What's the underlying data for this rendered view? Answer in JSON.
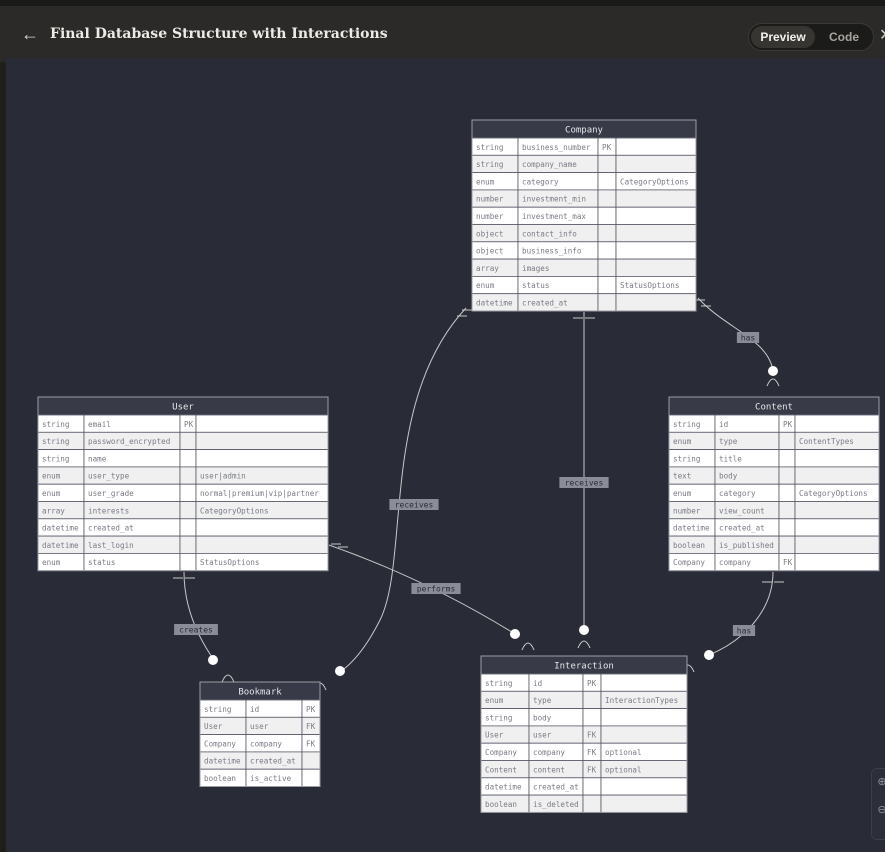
{
  "header": {
    "back_icon": "arrow-left-icon",
    "title": "Final Database Structure with Interactions",
    "tabs": {
      "preview": "Preview",
      "code": "Code"
    },
    "active_tab": "Preview",
    "close_icon": "close-icon"
  },
  "colors": {
    "canvas_bg": "#292c37",
    "entity_header": "#383a48",
    "row_light": "#ffffff",
    "row_alt": "#f0f0f0",
    "line": "#c8c8c8",
    "rel_label_bg": "#8a8d98"
  },
  "entities": [
    {
      "name": "Company",
      "rows": [
        [
          "string",
          "business_number",
          "PK",
          ""
        ],
        [
          "string",
          "company_name",
          "",
          ""
        ],
        [
          "enum",
          "category",
          "",
          "CategoryOptions"
        ],
        [
          "number",
          "investment_min",
          "",
          ""
        ],
        [
          "number",
          "investment_max",
          "",
          ""
        ],
        [
          "object",
          "contact_info",
          "",
          ""
        ],
        [
          "object",
          "business_info",
          "",
          ""
        ],
        [
          "array",
          "images",
          "",
          ""
        ],
        [
          "enum",
          "status",
          "",
          "StatusOptions"
        ],
        [
          "datetime",
          "created_at",
          "",
          ""
        ]
      ]
    },
    {
      "name": "User",
      "rows": [
        [
          "string",
          "email",
          "PK",
          ""
        ],
        [
          "string",
          "password_encrypted",
          "",
          ""
        ],
        [
          "string",
          "name",
          "",
          ""
        ],
        [
          "enum",
          "user_type",
          "",
          "user|admin"
        ],
        [
          "enum",
          "user_grade",
          "",
          "normal|premium|vip|partner"
        ],
        [
          "array",
          "interests",
          "",
          "CategoryOptions"
        ],
        [
          "datetime",
          "created_at",
          "",
          ""
        ],
        [
          "datetime",
          "last_login",
          "",
          ""
        ],
        [
          "enum",
          "status",
          "",
          "StatusOptions"
        ]
      ]
    },
    {
      "name": "Content",
      "rows": [
        [
          "string",
          "id",
          "PK",
          ""
        ],
        [
          "enum",
          "type",
          "",
          "ContentTypes"
        ],
        [
          "string",
          "title",
          "",
          ""
        ],
        [
          "text",
          "body",
          "",
          ""
        ],
        [
          "enum",
          "category",
          "",
          "CategoryOptions"
        ],
        [
          "number",
          "view_count",
          "",
          ""
        ],
        [
          "datetime",
          "created_at",
          "",
          ""
        ],
        [
          "boolean",
          "is_published",
          "",
          ""
        ],
        [
          "Company",
          "company",
          "FK",
          ""
        ]
      ]
    },
    {
      "name": "Bookmark",
      "rows": [
        [
          "string",
          "id",
          "PK"
        ],
        [
          "User",
          "user",
          "FK"
        ],
        [
          "Company",
          "company",
          "FK"
        ],
        [
          "datetime",
          "created_at",
          ""
        ],
        [
          "boolean",
          "is_active",
          ""
        ]
      ]
    },
    {
      "name": "Interaction",
      "rows": [
        [
          "string",
          "id",
          "PK",
          ""
        ],
        [
          "enum",
          "type",
          "",
          "InteractionTypes"
        ],
        [
          "string",
          "body",
          "",
          ""
        ],
        [
          "User",
          "user",
          "FK",
          ""
        ],
        [
          "Company",
          "company",
          "FK",
          "optional"
        ],
        [
          "Content",
          "content",
          "FK",
          "optional"
        ],
        [
          "datetime",
          "created_at",
          "",
          ""
        ],
        [
          "boolean",
          "is_deleted",
          "",
          ""
        ]
      ]
    }
  ],
  "relationships": [
    {
      "from": "Company",
      "to": "Content",
      "label": "has"
    },
    {
      "from": "Company",
      "to": "Bookmark",
      "label": "receives"
    },
    {
      "from": "Company",
      "to": "Interaction",
      "label": "receives"
    },
    {
      "from": "User",
      "to": "Bookmark",
      "label": "creates"
    },
    {
      "from": "User",
      "to": "Interaction",
      "label": "performs"
    },
    {
      "from": "Content",
      "to": "Interaction",
      "label": "has"
    }
  ],
  "zoom_controls": [
    "zoom-in-icon",
    "zoom-out-icon"
  ]
}
